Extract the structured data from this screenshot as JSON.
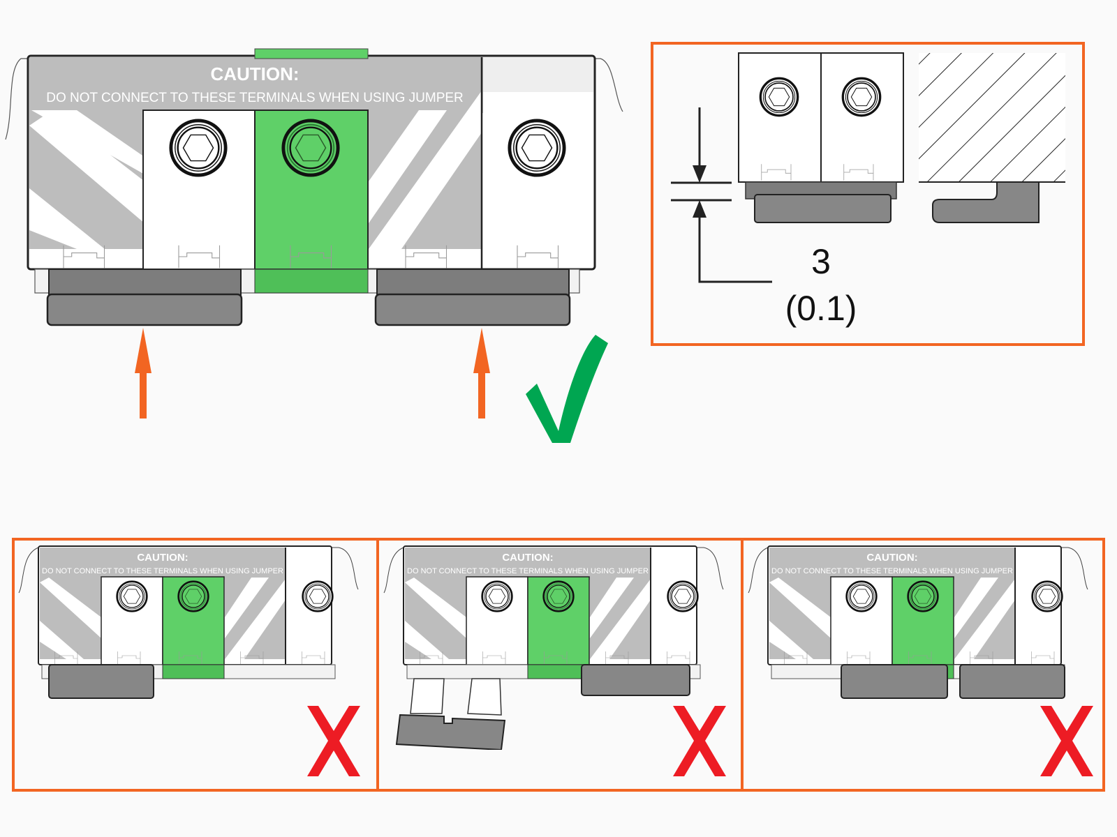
{
  "colors": {
    "frame": "#f26522",
    "arrow": "#f26522",
    "check": "#00a651",
    "cross": "#ed1c24",
    "jumper_green": "#5fd068",
    "caution_grey": "#bdbdbd",
    "plug_grey": "#878787",
    "background": "#fafafa"
  },
  "main_view": {
    "caution_title": "CAUTION:",
    "caution_text": "DO NOT CONNECT TO THESE TERMINALS WHEN USING JUMPER",
    "result_icon": "check-icon",
    "insert_arrows": 2
  },
  "detail_view": {
    "dimension_value": "3",
    "dimension_unit_value": "(0.1)"
  },
  "incorrect_examples": [
    {
      "caution_title": "CAUTION:",
      "caution_text": "DO NOT CONNECT TO THESE TERMINALS WHEN USING JUMPER",
      "variant": "single-plug-left",
      "result_icon": "cross-icon"
    },
    {
      "caution_title": "CAUTION:",
      "caution_text": "DO NOT CONNECT TO THESE TERMINALS WHEN USING JUMPER",
      "variant": "plug-tilted-out",
      "result_icon": "cross-icon"
    },
    {
      "caution_title": "CAUTION:",
      "caution_text": "DO NOT CONNECT TO THESE TERMINALS WHEN USING JUMPER",
      "variant": "plugs-on-center",
      "result_icon": "cross-icon"
    }
  ]
}
